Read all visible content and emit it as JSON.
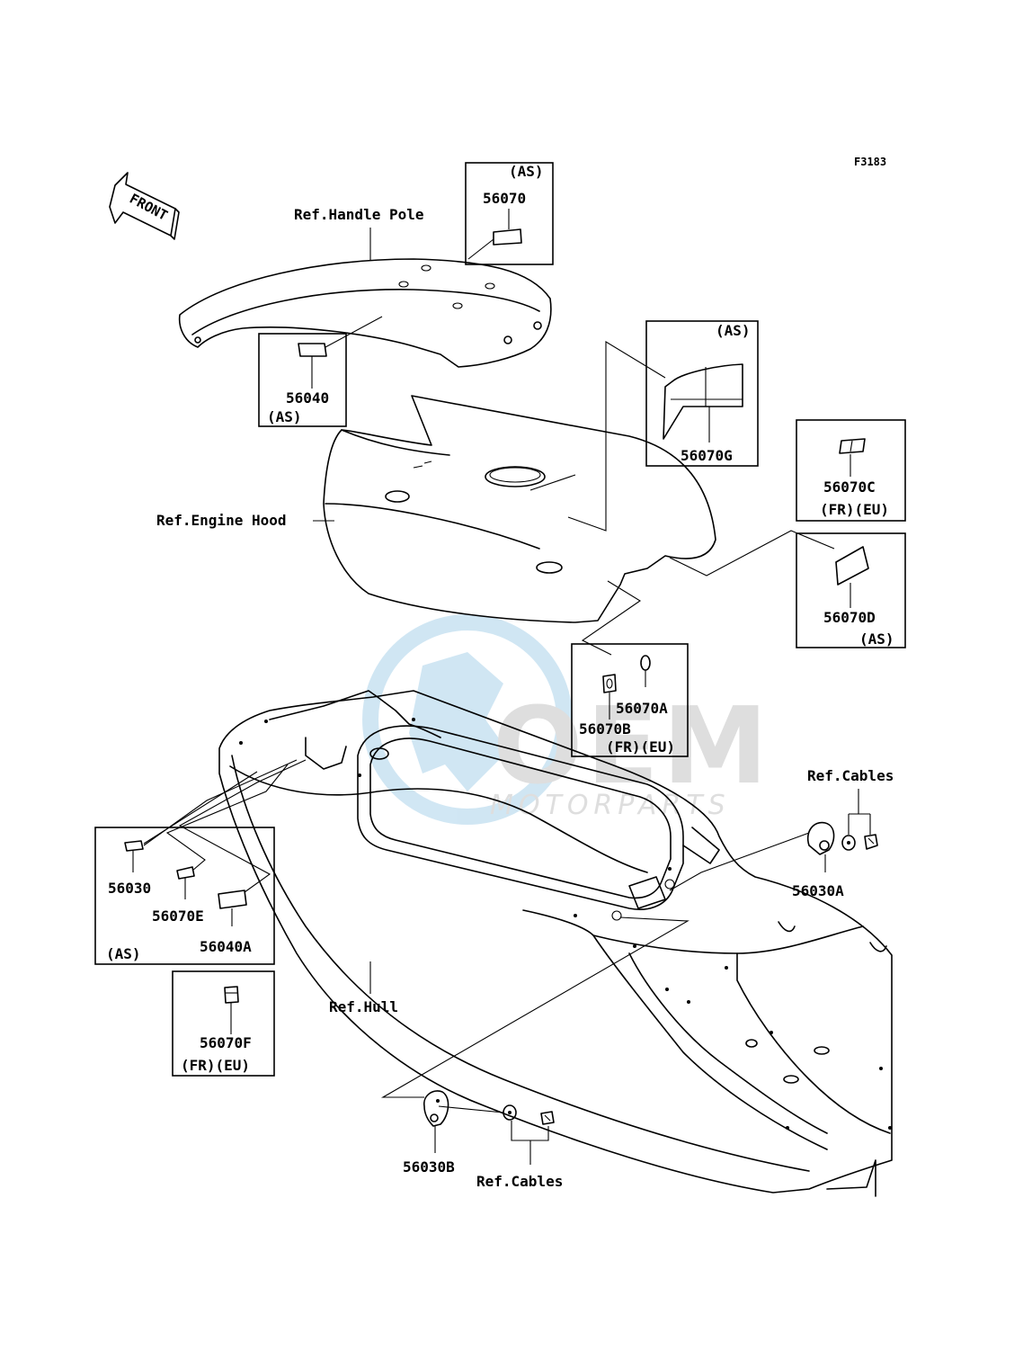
{
  "figure_code": "F3183",
  "front_label": "FRONT",
  "watermark": {
    "line1": "OEM",
    "line2": "MOTORPARTS",
    "color": "#5aa9d6"
  },
  "refs": {
    "handle_pole": "Ref.Handle Pole",
    "engine_hood": "Ref.Engine Hood",
    "hull": "Ref.Hull",
    "cables_right": "Ref.Cables",
    "cables_bottom": "Ref.Cables"
  },
  "parts": {
    "p56070": {
      "number": "56070",
      "qualifier": "(AS)"
    },
    "p56040": {
      "number": "56040",
      "qualifier": "(AS)"
    },
    "p56070G": {
      "number": "56070G",
      "qualifier": "(AS)"
    },
    "p56070C": {
      "number": "56070C",
      "qualifier": "(FR)(EU)"
    },
    "p56070D": {
      "number": "56070D",
      "qualifier": "(AS)"
    },
    "p56070A": {
      "number": "56070A"
    },
    "p56070B": {
      "number": "56070B",
      "qualifier": "(FR)(EU)"
    },
    "p56030": {
      "number": "56030"
    },
    "p56070E": {
      "number": "56070E"
    },
    "p56040A": {
      "number": "56040A"
    },
    "group_as": "(AS)",
    "p56070F": {
      "number": "56070F",
      "qualifier": "(FR)(EU)"
    },
    "p56030A": {
      "number": "56030A"
    },
    "p56030B": {
      "number": "56030B"
    }
  }
}
